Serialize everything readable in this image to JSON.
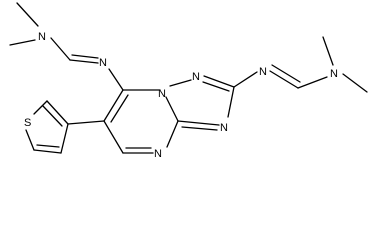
{
  "molecule": {
    "atoms": {
      "N_left_dimethylamino": "N",
      "N_imine_left": "N",
      "N_ring_bridge": "N",
      "N_ring_triazole_top": "N",
      "N_ring_triazole_right": "N",
      "N_ring_pyrimidine": "N",
      "N_imine_right": "N",
      "N_right_dimethylamino": "N",
      "S_thiophene": "S"
    }
  },
  "colors": {
    "bond": "#000000",
    "text": "#000000",
    "background": "#ffffff"
  }
}
